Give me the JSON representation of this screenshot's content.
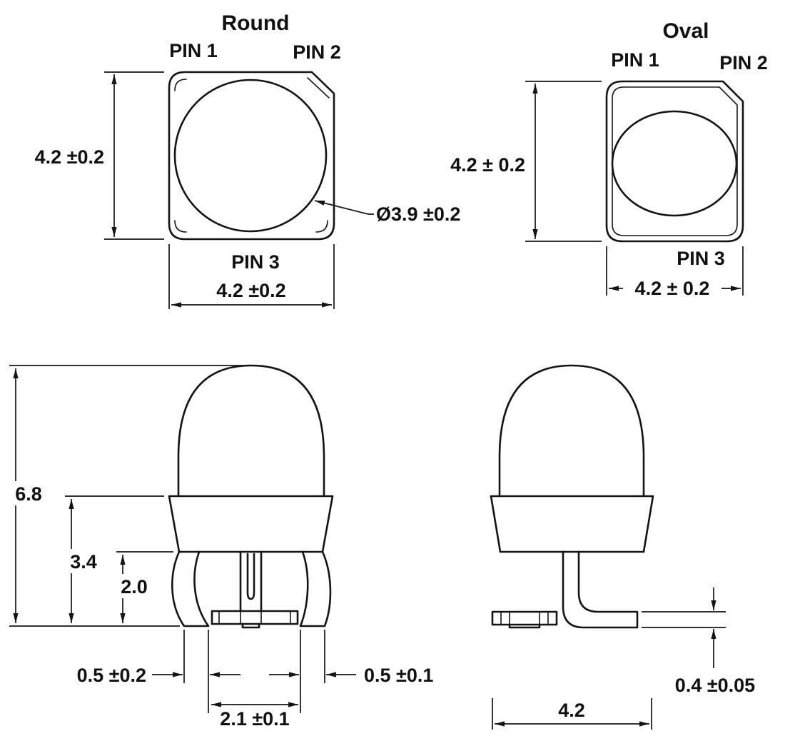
{
  "round": {
    "title": "Round",
    "pin1": "PIN 1",
    "pin2": "PIN 2",
    "pin3": "PIN 3",
    "height": "4.2 ±0.2",
    "width": "4.2 ±0.2",
    "lens_diameter": "Ø3.9 ±0.2"
  },
  "oval": {
    "title": "Oval",
    "pin1": "PIN 1",
    "pin2": "PIN 2",
    "pin3": "PIN 3",
    "height": "4.2 ± 0.2",
    "width": "4.2 ± 0.2"
  },
  "front_view": {
    "total_height": "6.8",
    "body_height": "3.4",
    "lead_height": "2.0",
    "left_foot_width": "0.5 ±0.2",
    "right_foot_width": "0.5 ±0.1",
    "pad_width": "2.1 ±0.1"
  },
  "side_view": {
    "foot_thickness": "0.4 ±0.05",
    "package_width": "4.2"
  },
  "colors": {
    "line": "#141414",
    "background": "#ffffff"
  }
}
